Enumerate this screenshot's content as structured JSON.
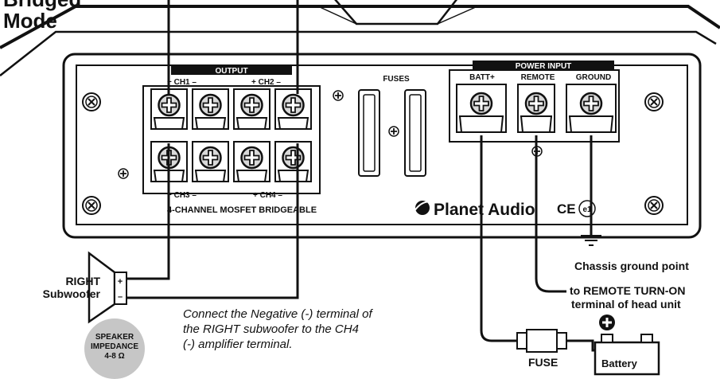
{
  "title": {
    "line1": "Bridged",
    "line2": "Mode"
  },
  "amp": {
    "output_label": "OUTPUT",
    "channels": {
      "ch1": "+ CH1 –",
      "ch2": "+ CH2 –",
      "ch3": "+ CH3 –",
      "ch4": "+ CH4 –"
    },
    "fuses_label": "FUSES",
    "power_input_label": "POWER INPUT",
    "batt_label": "BATT+",
    "remote_label": "REMOTE",
    "ground_label": "GROUND",
    "model_text": "4-CHANNEL MOSFET BRIDGEABLE",
    "brand": "Planet Audio",
    "ce_mark": "CE",
    "e_mark": "e1"
  },
  "labels": {
    "subwoofer_line1": "RIGHT",
    "subwoofer_line2": "Subwoofer",
    "chassis_ground": "Chassis ground point",
    "remote_line1": "to REMOTE TURN-ON",
    "remote_line2": "terminal of head unit",
    "fuse": "FUSE",
    "battery": "Battery"
  },
  "badge": {
    "line1": "SPEAKER",
    "line2": "IMPEDANCE",
    "line3": "4-8 Ω"
  },
  "note": "Connect the Negative (-) terminal of the RIGHT subwoofer to the CH4 (-) amplifier terminal."
}
